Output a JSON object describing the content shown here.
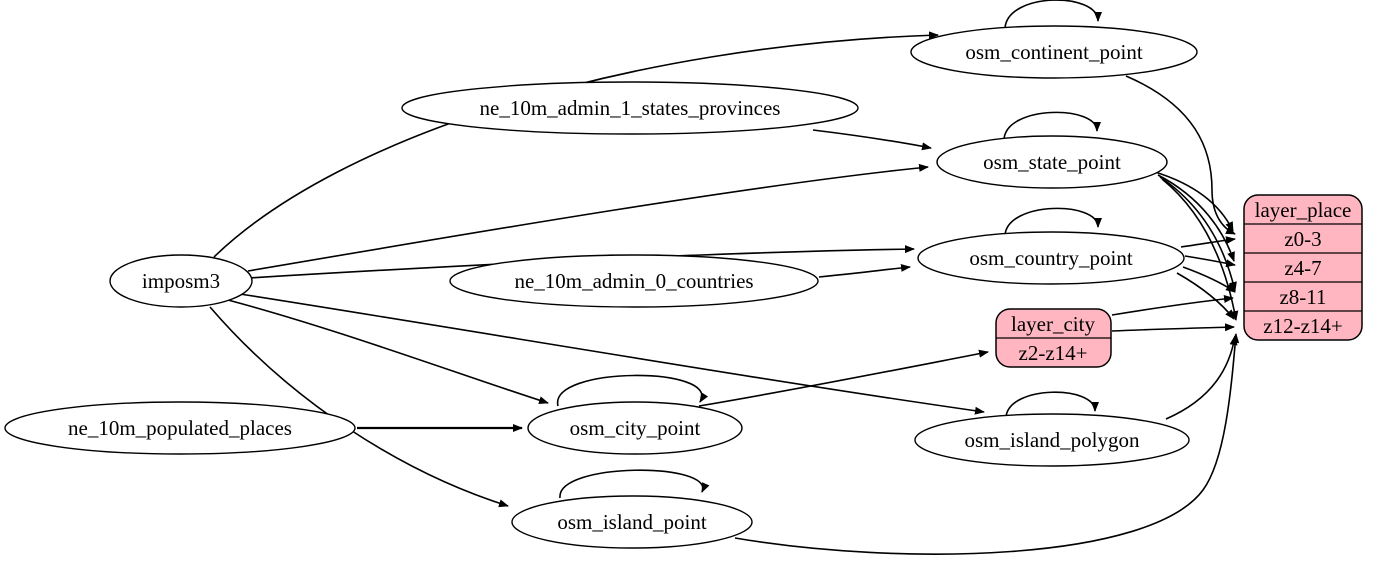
{
  "colors": {
    "record_fill": "#ffb6c1",
    "node_fill": "#ffffff",
    "stroke": "#000000"
  },
  "nodes": {
    "imposm3": {
      "label": "imposm3"
    },
    "ne_10m_admin_1_states_provinces": {
      "label": "ne_10m_admin_1_states_provinces"
    },
    "ne_10m_admin_0_countries": {
      "label": "ne_10m_admin_0_countries"
    },
    "ne_10m_populated_places": {
      "label": "ne_10m_populated_places"
    },
    "osm_continent_point": {
      "label": "osm_continent_point"
    },
    "osm_state_point": {
      "label": "osm_state_point"
    },
    "osm_country_point": {
      "label": "osm_country_point"
    },
    "osm_city_point": {
      "label": "osm_city_point"
    },
    "osm_island_polygon": {
      "label": "osm_island_polygon"
    },
    "osm_island_point": {
      "label": "osm_island_point"
    }
  },
  "records": {
    "layer_city": {
      "title": "layer_city",
      "rows": [
        "z2-z14+"
      ]
    },
    "layer_place": {
      "title": "layer_place",
      "rows": [
        "z0-3",
        "z4-7",
        "z8-11",
        "z12-z14+"
      ]
    }
  },
  "edges": [
    {
      "from": "imposm3",
      "to": "osm_continent_point"
    },
    {
      "from": "imposm3",
      "to": "osm_state_point"
    },
    {
      "from": "imposm3",
      "to": "osm_country_point"
    },
    {
      "from": "imposm3",
      "to": "osm_city_point"
    },
    {
      "from": "imposm3",
      "to": "osm_island_polygon"
    },
    {
      "from": "imposm3",
      "to": "osm_island_point"
    },
    {
      "from": "ne_10m_admin_1_states_provinces",
      "to": "osm_state_point"
    },
    {
      "from": "ne_10m_admin_0_countries",
      "to": "osm_country_point"
    },
    {
      "from": "ne_10m_populated_places",
      "to": "osm_city_point"
    },
    {
      "from": "osm_continent_point",
      "to": "osm_continent_point"
    },
    {
      "from": "osm_state_point",
      "to": "osm_state_point"
    },
    {
      "from": "osm_country_point",
      "to": "osm_country_point"
    },
    {
      "from": "osm_city_point",
      "to": "osm_city_point"
    },
    {
      "from": "osm_island_polygon",
      "to": "osm_island_polygon"
    },
    {
      "from": "osm_island_point",
      "to": "osm_island_point"
    },
    {
      "from": "osm_continent_point",
      "to": "layer_place:z0-3"
    },
    {
      "from": "osm_state_point",
      "to": "layer_place:z0-3"
    },
    {
      "from": "osm_state_point",
      "to": "layer_place:z4-7"
    },
    {
      "from": "osm_state_point",
      "to": "layer_place:z8-11"
    },
    {
      "from": "osm_state_point",
      "to": "layer_place:z12-z14+"
    },
    {
      "from": "osm_country_point",
      "to": "layer_place:z0-3"
    },
    {
      "from": "osm_country_point",
      "to": "layer_place:z4-7"
    },
    {
      "from": "osm_country_point",
      "to": "layer_place:z8-11"
    },
    {
      "from": "osm_country_point",
      "to": "layer_place:z12-z14+"
    },
    {
      "from": "osm_city_point",
      "to": "layer_city:z2-z14+"
    },
    {
      "from": "layer_city",
      "to": "layer_place:z8-11"
    },
    {
      "from": "layer_city",
      "to": "layer_place:z12-z14+"
    },
    {
      "from": "osm_island_polygon",
      "to": "layer_place:z12-z14+"
    },
    {
      "from": "osm_island_point",
      "to": "layer_place:z12-z14+"
    }
  ]
}
